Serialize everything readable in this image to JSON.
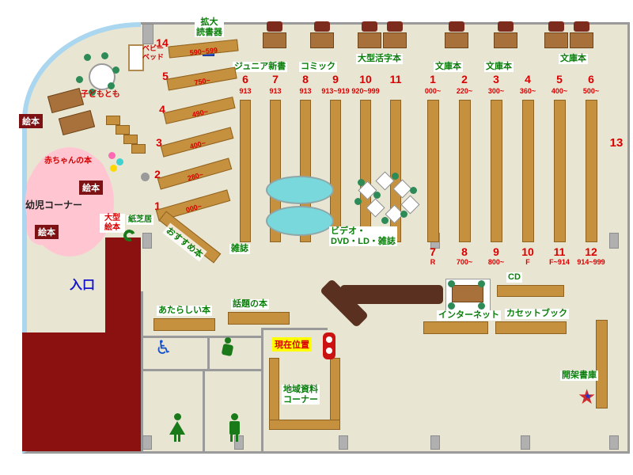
{
  "colors": {
    "floor": "#e8e6d3",
    "wall_red": "#8b1010",
    "shelf_tan": "#c6913f",
    "pink_area": "#ffc6d2",
    "sofa_cyan": "#79d8dc",
    "curve_blue": "#aad6f0",
    "text_green": "#0a7d0a",
    "text_red": "#d80000",
    "entrance_blue": "#1414cc",
    "marker_yellow": "#ffff00"
  },
  "top": {
    "magnifier_line1": "拡大",
    "magnifier_line2": "読書器",
    "junior": "ジュニア新書",
    "comic": "コミック",
    "large_print": "大型活字本",
    "bunko1": "文庫本",
    "bunko2": "文庫本",
    "bunko3": "文庫本"
  },
  "fan_shelves": [
    {
      "num": "14",
      "range": "590~599"
    },
    {
      "num": "5",
      "range": "750~"
    },
    {
      "num": "4",
      "range": "490~"
    },
    {
      "num": "3",
      "range": "400~"
    },
    {
      "num": "2",
      "range": "280~"
    },
    {
      "num": "1",
      "range": "000~"
    }
  ],
  "center_shelves": [
    {
      "num": "6",
      "range": "913"
    },
    {
      "num": "7",
      "range": "913"
    },
    {
      "num": "8",
      "range": "913"
    },
    {
      "num": "9",
      "range": "913~919"
    },
    {
      "num": "10",
      "range": "920~999"
    },
    {
      "num": "11",
      "range": ""
    }
  ],
  "right_shelves_top": [
    {
      "num": "1",
      "range": "000~"
    },
    {
      "num": "2",
      "range": "220~"
    },
    {
      "num": "3",
      "range": "300~"
    },
    {
      "num": "4",
      "range": "360~"
    },
    {
      "num": "5",
      "range": "400~"
    },
    {
      "num": "6",
      "range": "500~"
    }
  ],
  "right_shelves_bottom": [
    {
      "num": "7",
      "range": "R"
    },
    {
      "num": "8",
      "range": "700~"
    },
    {
      "num": "9",
      "range": "800~"
    },
    {
      "num": "10",
      "range": "F"
    },
    {
      "num": "11",
      "range": "F~914"
    },
    {
      "num": "12",
      "range": "914~999"
    }
  ],
  "mid": {
    "magazines": "雑誌",
    "video_line1": "ビデオ・",
    "video_line2": "DVD・LD・雑誌",
    "recommended": "おすすめ本",
    "shelf13": "13"
  },
  "kids": {
    "kodomo_tomo": "子どもとも",
    "baby_books": "赤ちゃんの本",
    "infant_corner": "幼児コーナー",
    "ehon1": "絵本",
    "ehon2": "絵本",
    "ehon3": "絵本",
    "large_ehon_line1": "大型",
    "large_ehon_line2": "絵本",
    "kamishibai": "紙芝居",
    "baby_bed_line1": "ベビー",
    "baby_bed_line2": "ベッド"
  },
  "bottom": {
    "entrance": "入口",
    "new_books": "あたらしい本",
    "topical": "話題の本",
    "current_location": "現在位置",
    "local_line1": "地域資料",
    "local_line2": "コーナー",
    "internet": "インターネット",
    "cd": "CD",
    "cassette": "カセットブック",
    "open_stacks": "開架書庫"
  }
}
